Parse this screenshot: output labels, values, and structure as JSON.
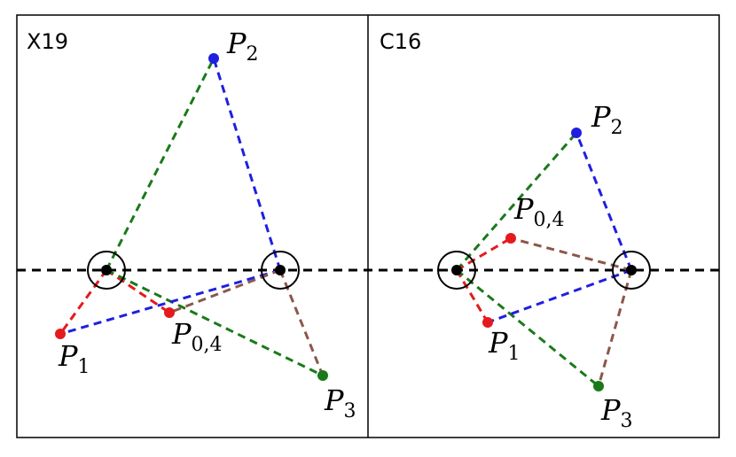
{
  "panels": [
    {
      "label": "X19",
      "points": [
        {
          "id": "P1",
          "base": "P",
          "sub": "1",
          "color": "#e41a1c"
        },
        {
          "id": "P2",
          "base": "P",
          "sub": "2",
          "color": "#1f1fe0"
        },
        {
          "id": "P3",
          "base": "P",
          "sub": "3",
          "color": "#1a7a1a"
        },
        {
          "id": "P04",
          "base": "P",
          "sub": "0,4",
          "color": "#e41a1c"
        }
      ]
    },
    {
      "label": "C16",
      "points": [
        {
          "id": "P1",
          "base": "P",
          "sub": "1",
          "color": "#e41a1c"
        },
        {
          "id": "P2",
          "base": "P",
          "sub": "2",
          "color": "#1f1fe0"
        },
        {
          "id": "P3",
          "base": "P",
          "sub": "3",
          "color": "#1a7a1a"
        },
        {
          "id": "P04",
          "base": "P",
          "sub": "0,4",
          "color": "#e41a1c"
        }
      ]
    }
  ],
  "colors": {
    "red": "#e41a1c",
    "blue": "#1f1fe0",
    "green": "#1a7a1a",
    "brown": "#8c564b",
    "black": "#000000"
  }
}
